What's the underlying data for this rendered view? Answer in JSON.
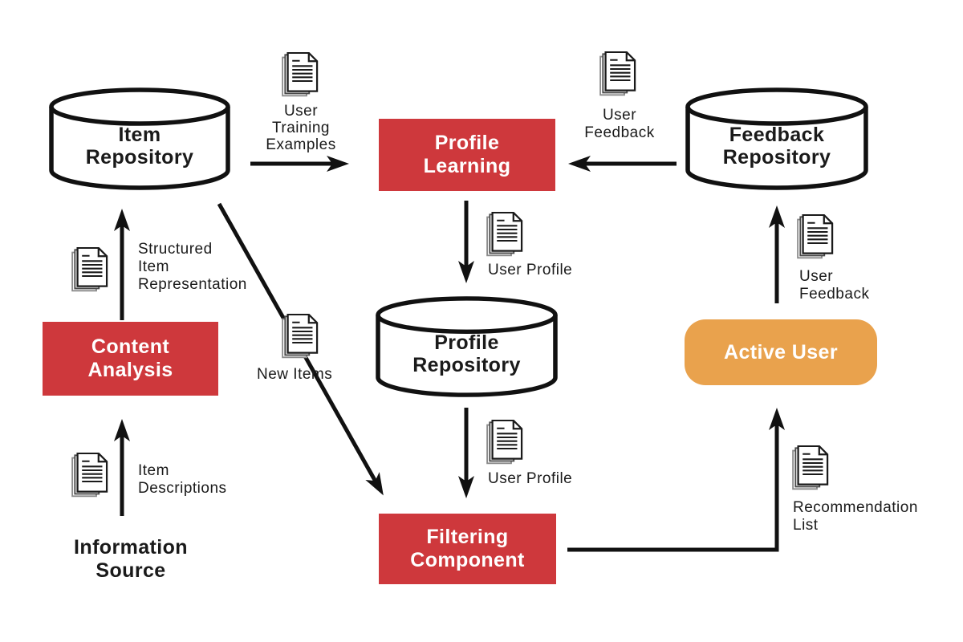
{
  "colors": {
    "red": "#CE383C",
    "orange": "#E9A24D",
    "line": "#111111",
    "text": "#1a1a1a"
  },
  "nodes": {
    "item_repository": {
      "line1": "Item",
      "line2": "Repository",
      "shape": "database-cylinder"
    },
    "profile_learning": {
      "line1": "Profile",
      "line2": "Learning",
      "shape": "process-box"
    },
    "feedback_repository": {
      "line1": "Feedback",
      "line2": "Repository",
      "shape": "database-cylinder"
    },
    "content_analysis": {
      "line1": "Content",
      "line2": "Analysis",
      "shape": "process-box"
    },
    "profile_repository": {
      "line1": "Profile",
      "line2": "Repository",
      "shape": "database-cylinder"
    },
    "active_user": {
      "label": "Active User",
      "shape": "rounded-box"
    },
    "filtering_component": {
      "line1": "Filtering",
      "line2": "Component",
      "shape": "process-box"
    },
    "information_source": {
      "line1": "Information",
      "line2": "Source",
      "shape": "plain-text"
    }
  },
  "flow_labels": {
    "user_training_examples": {
      "line1": "User",
      "line2": "Training",
      "line3": "Examples",
      "icon": "document-stack-icon"
    },
    "user_feedback_top": {
      "line1": "User",
      "line2": "Feedback",
      "icon": "document-stack-icon"
    },
    "structured_item_representation": {
      "line1": "Structured",
      "line2": "Item",
      "line3": "Representation",
      "icon": "document-stack-icon"
    },
    "new_items": {
      "line1": "New Items",
      "icon": "document-stack-icon"
    },
    "user_profile_top": {
      "line1": "User Profile",
      "icon": "document-stack-icon"
    },
    "user_feedback_right": {
      "line1": "User",
      "line2": "Feedback",
      "icon": "document-stack-icon"
    },
    "user_profile_bottom": {
      "line1": "User Profile",
      "icon": "document-stack-icon"
    },
    "item_descriptions": {
      "line1": "Item",
      "line2": "Descriptions",
      "icon": "document-stack-icon"
    },
    "recommendation_list": {
      "line1": "Recommendation",
      "line2": "List",
      "icon": "document-stack-icon"
    }
  }
}
